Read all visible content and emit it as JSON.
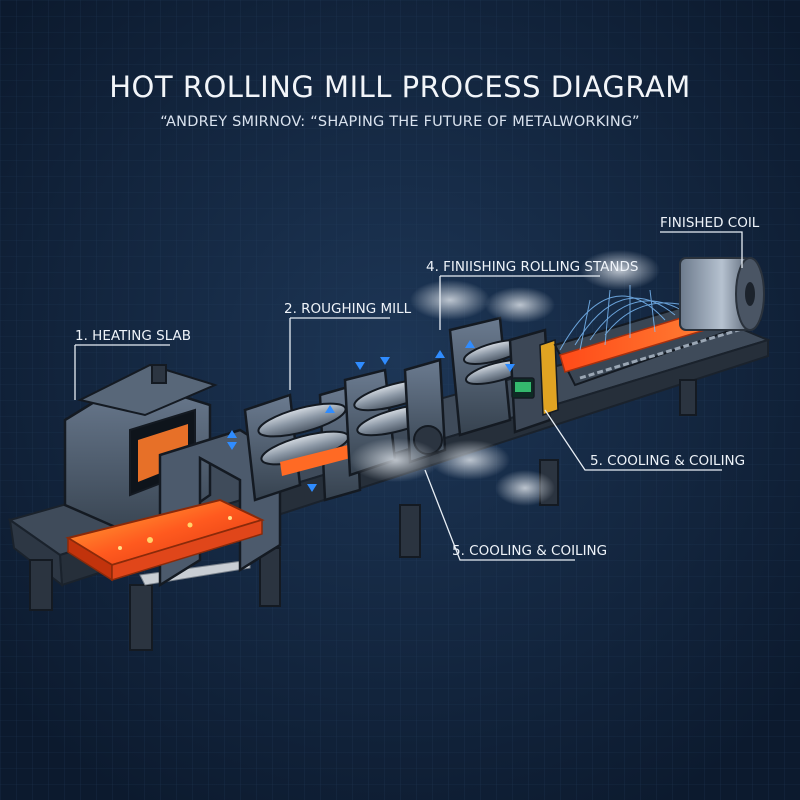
{
  "title": "HOT ROLLING MILL PROCESS DIAGRAM",
  "subtitle": "“ANDREY SMIRNOV: “SHAPING THE FUTURE OF METALWORKING”",
  "callouts": {
    "heating_slab": "1. HEATING SLAB",
    "roughing_mill": "2. ROUGHING MILL",
    "finishing_stands": "4. FINIISHING ROLLING STANDS",
    "finished_coil": "FINISHED COIL",
    "cooling_coiling_right": "5. COOLING & COILING",
    "cooling_coiling_bottom": "5. COOLING & COILING"
  },
  "colors": {
    "background": "#0f2038",
    "hot_metal": "#ff5a1f",
    "machine_steel": "#4a5a70",
    "arrow_blue": "#2f8cff"
  }
}
